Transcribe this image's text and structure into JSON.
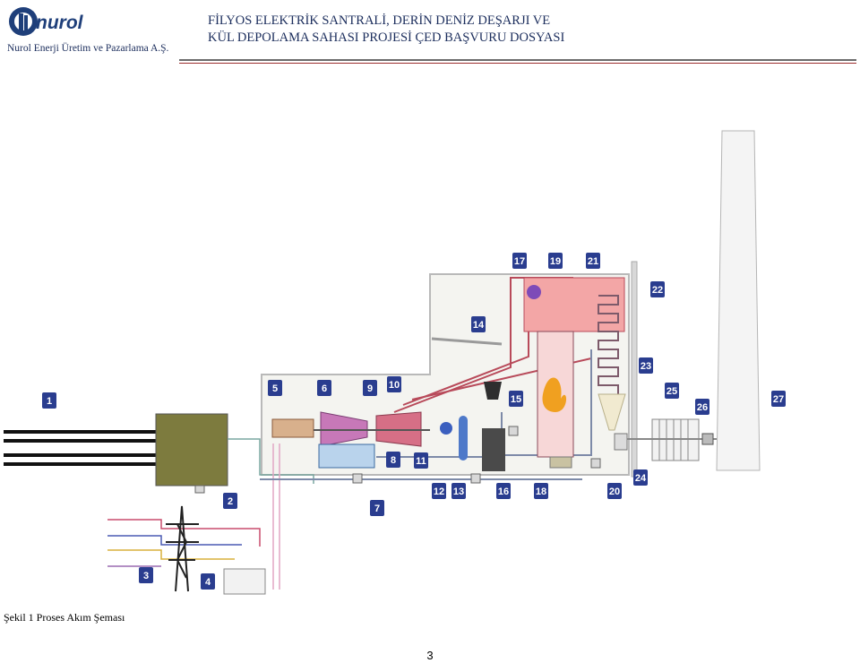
{
  "header": {
    "logo_text": "nurol",
    "company": "Nurol Enerji Üretim ve Pazarlama A.Ş.",
    "title_line1": "FİLYOS ELEKTRİK SANTRALİ, DERİN DENİZ DEŞARJI VE",
    "title_line2": "KÜL DEPOLAMA SAHASI PROJESİ ÇED BAŞVURU DOSYASI"
  },
  "diagram": {
    "labels": [
      "1",
      "2",
      "3",
      "4",
      "5",
      "6",
      "7",
      "8",
      "9",
      "10",
      "11",
      "12",
      "13",
      "14",
      "15",
      "16",
      "17",
      "18",
      "19",
      "20",
      "21",
      "22",
      "23",
      "24",
      "25",
      "26",
      "27"
    ]
  },
  "caption": "Şekil 1 Proses Akım Şeması",
  "page_number": "3"
}
